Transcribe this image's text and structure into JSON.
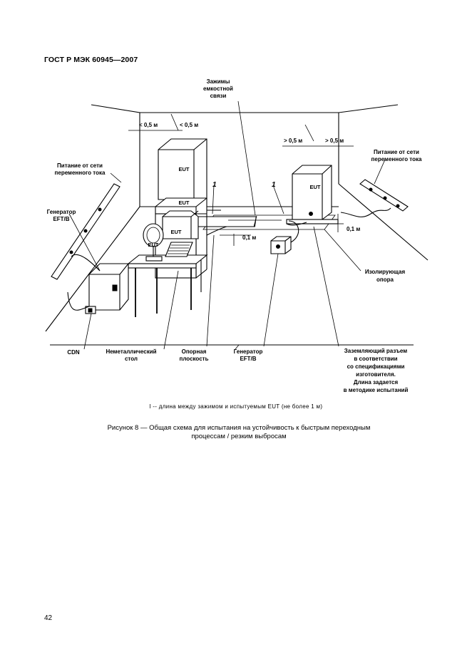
{
  "header": {
    "title": "ГОСТ Р МЭК 60945—2007"
  },
  "figure": {
    "labels": {
      "clamps": [
        "Зажимы",
        "емкостной",
        "связи"
      ],
      "dim_left_1": "< 0,5 м",
      "dim_left_2": "< 0,5 м",
      "dim_right_1": "> 0,5 м",
      "dim_right_2": "> 0,5 м",
      "power_left": [
        "Питание от сети",
        "переменного тока"
      ],
      "power_right": [
        "Питание от сети",
        "переменного тока"
      ],
      "generator_left": [
        "Генератор",
        "EFT/B"
      ],
      "eut": "EUT",
      "marker_1": "1",
      "dim_0_1_a": "0,1 м",
      "dim_0_1_b": "0,1 м",
      "insulating_support": [
        "Изолирующая",
        "опора"
      ],
      "cdn": "CDN",
      "nonmetal_table": [
        "Неметаллический",
        "стол"
      ],
      "ref_plane": [
        "Опорная",
        "плоскость"
      ],
      "generator_bottom": [
        "Генератор",
        "EFT/B"
      ],
      "ground_conn": [
        "Заземляющий разъем",
        "в соответствии",
        "со спецификациями",
        "изготовителя.",
        "Длина задается",
        "в методике испытаний"
      ]
    }
  },
  "note": "l -- длина между зажимом и испытуемым EUT (не более 1 м)",
  "caption": {
    "line1": "Рисунок 8 — Общая схема для испытания на устойчивость к быстрым переходным",
    "line2": "процессам / резким выбросам"
  },
  "page_number": "42"
}
